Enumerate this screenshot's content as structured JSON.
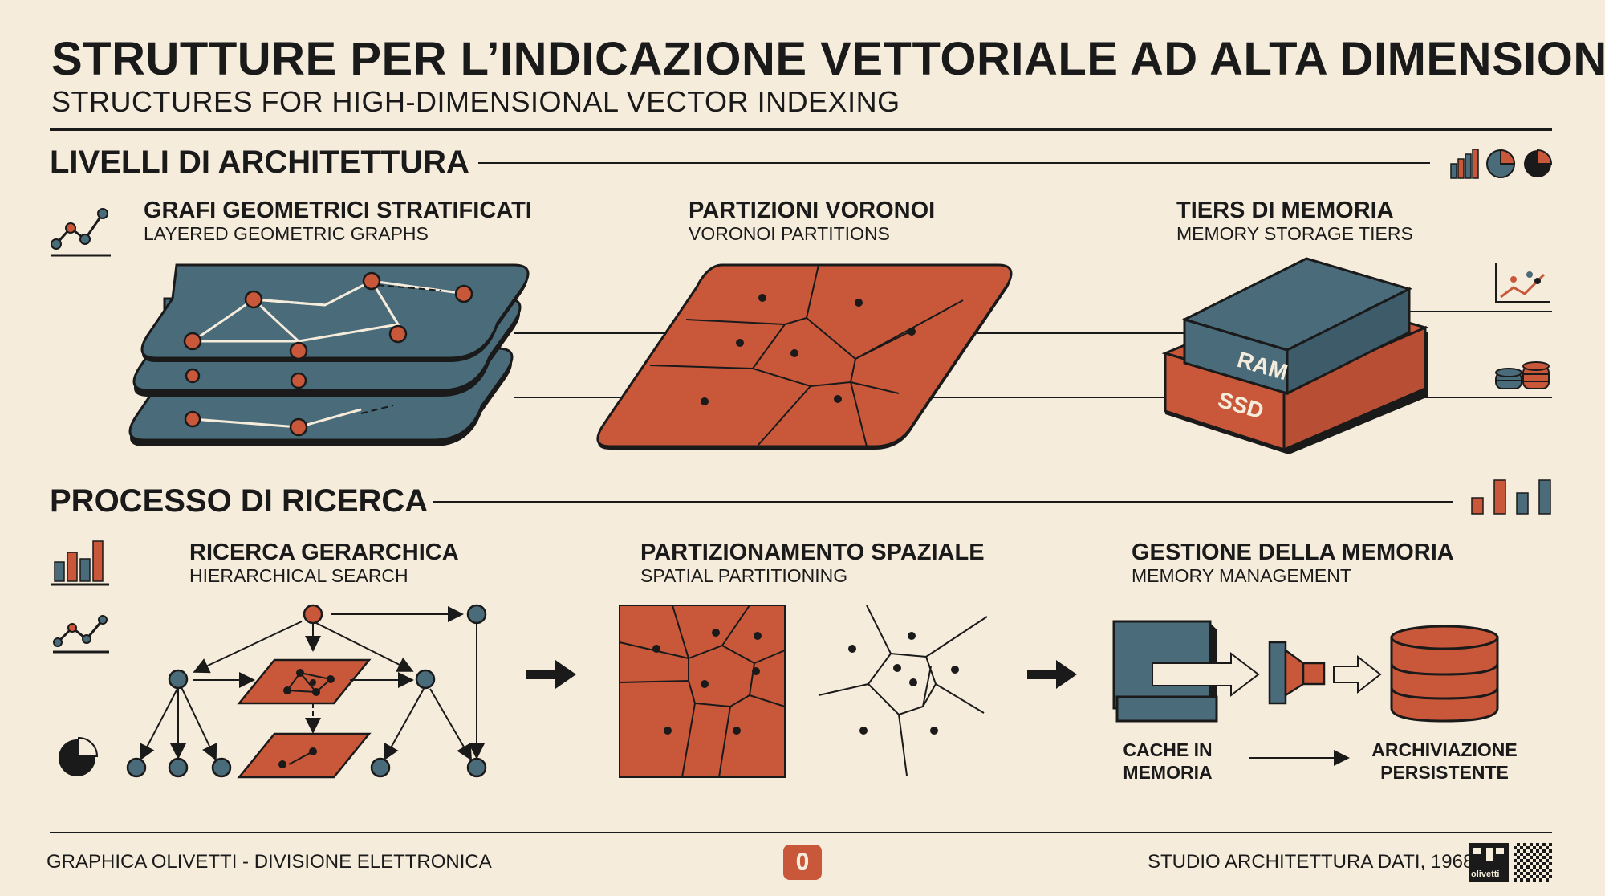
{
  "header": {
    "title": "STRUTTURE PER L’INDICAZIONE VETTORIALE AD ALTA DIMENSIONE",
    "subtitle": "STRUCTURES FOR HIGH-DIMENSIONAL VECTOR INDEXING"
  },
  "architecture": {
    "heading": "LIVELLI DI ARCHITETTURA",
    "items": [
      {
        "title": "GRAFI GEOMETRICI STRATIFICATI",
        "subtitle": "LAYERED GEOMETRIC GRAPHS"
      },
      {
        "title": "PARTIZIONI VORONOI",
        "subtitle": "VORONOI PARTITIONS"
      },
      {
        "title": "TIERS DI MEMORIA",
        "subtitle": "MEMORY STORAGE TIERS"
      }
    ],
    "memory_labels": {
      "top": "RAM",
      "bottom": "SSD"
    }
  },
  "search": {
    "heading": "PROCESSO DI RICERCA",
    "items": [
      {
        "title": "RICERCA GERARCHICA",
        "subtitle": "HIERARCHICAL SEARCH"
      },
      {
        "title": "PARTIZIONAMENTO SPAZIALE",
        "subtitle": "SPATIAL PARTITIONING"
      },
      {
        "title": "GESTIONE DELLA MEMORIA",
        "subtitle": "MEMORY MANAGEMENT"
      }
    ],
    "memory_flow": {
      "from": "CACHE IN MEMORIA",
      "to": "ARCHIVIAZIONE PERSISTENTE"
    }
  },
  "footer": {
    "left": "GRAPHICA OLIVETTI - DIVISIONE ELETTRONICA",
    "center_badge": "0",
    "right": "STUDIO ARCHITETTURA DATI, 1968",
    "logo_text": "olivetti"
  },
  "colors": {
    "background": "#f6ecdc",
    "teal": "#4a6b7a",
    "orange": "#c9583a",
    "ink": "#1a1a1a"
  },
  "icons": [
    "line-chart-icon",
    "bar-chart-icon",
    "pie-chart-icon",
    "database-icon",
    "arrow-right-icon",
    "olivetti-logo-icon",
    "checker-pattern-icon"
  ]
}
